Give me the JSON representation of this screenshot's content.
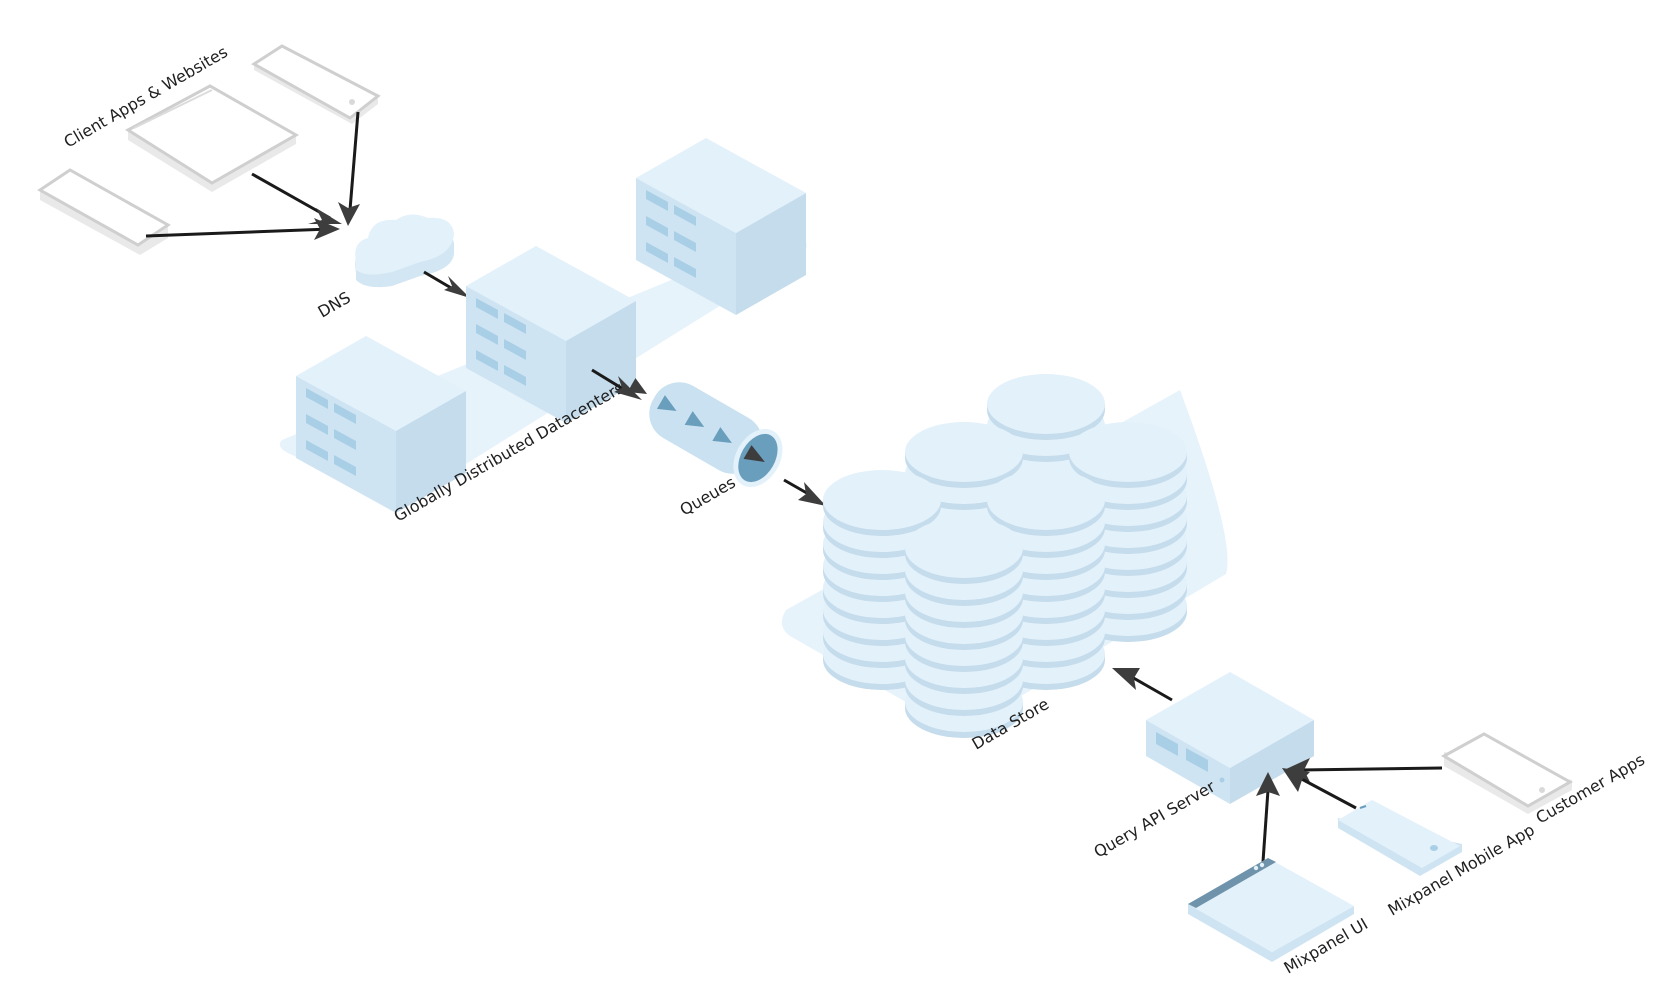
{
  "diagram": {
    "title": "Mixpanel architecture overview",
    "nodes": {
      "client_apps": {
        "label": "Client Apps & Websites",
        "icons": [
          "tablet-icon",
          "browser-window-icon",
          "phone-icon"
        ]
      },
      "dns": {
        "label": "DNS",
        "icon": "cloud-icon"
      },
      "datacenters": {
        "label": "Globally Distributed Datacenters",
        "icon": "server-rack-icon",
        "count": 3
      },
      "queues": {
        "label": "Queues",
        "icon": "queue-pipe-icon"
      },
      "data_store": {
        "label": "Data Store",
        "icon": "database-cylinder-icon",
        "count": 6
      },
      "query_api": {
        "label": "Query API Server",
        "icon": "server-icon"
      },
      "mixpanel_ui": {
        "label": "Mixpanel UI",
        "icon": "browser-window-icon"
      },
      "mixpanel_mobile": {
        "label": "Mixpanel Mobile App",
        "icon": "phone-icon"
      },
      "customer_apps": {
        "label": "Customer Apps",
        "icon": "phone-icon"
      }
    },
    "edges": [
      {
        "from": "client_apps.tablet",
        "to": "dns"
      },
      {
        "from": "client_apps.browser",
        "to": "dns"
      },
      {
        "from": "client_apps.phone",
        "to": "dns"
      },
      {
        "from": "dns",
        "to": "datacenters"
      },
      {
        "from": "datacenters",
        "to": "queues"
      },
      {
        "from": "queues",
        "to": "data_store"
      },
      {
        "from": "query_api",
        "to": "data_store"
      },
      {
        "from": "mixpanel_ui",
        "to": "query_api"
      },
      {
        "from": "mixpanel_mobile",
        "to": "query_api"
      },
      {
        "from": "customer_apps",
        "to": "query_api"
      }
    ],
    "colors": {
      "light_blue": "#e3f1fa",
      "mid_blue": "#c5dcec",
      "accent_blue": "#6a9ebd",
      "arrow": "#3d3d3d",
      "device_outline": "#cfcfcf"
    }
  }
}
